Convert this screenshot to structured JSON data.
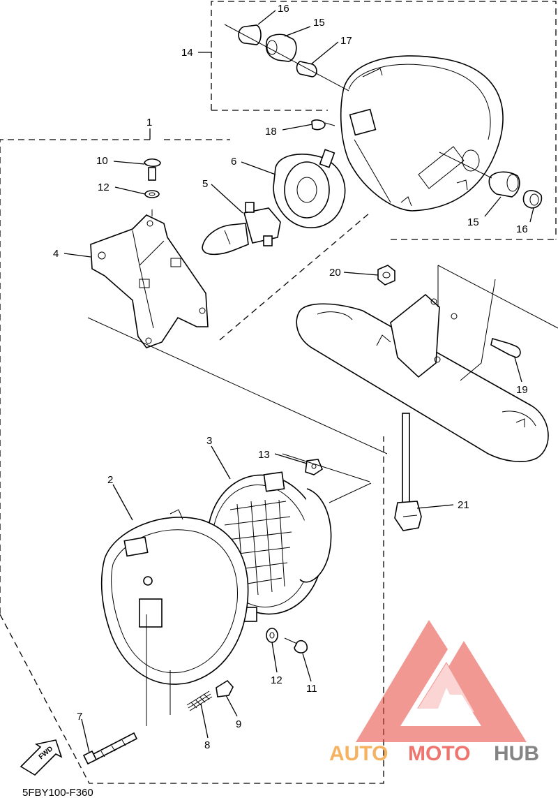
{
  "diagram_code": "5FBY100-F360",
  "fwd_label": "FWD",
  "watermark": {
    "text_part1": "AUTO",
    "text_part2": "MOTO",
    "text_part3": "HUB",
    "colors": {
      "part1": "#f29a2e",
      "part2": "#e8453c",
      "part3": "#5b5b5b",
      "logo": "#e8453c"
    }
  },
  "callouts": {
    "c1": "1",
    "c2": "2",
    "c3": "3",
    "c4": "4",
    "c5": "5",
    "c6": "6",
    "c7": "7",
    "c8": "8",
    "c9": "9",
    "c10": "10",
    "c11": "11",
    "c12a": "12",
    "c12b": "12",
    "c13": "13",
    "c14": "14",
    "c15a": "15",
    "c15b": "15",
    "c16a": "16",
    "c16b": "16",
    "c17": "17",
    "c18": "18",
    "c19": "19",
    "c20": "20",
    "c21": "21"
  }
}
